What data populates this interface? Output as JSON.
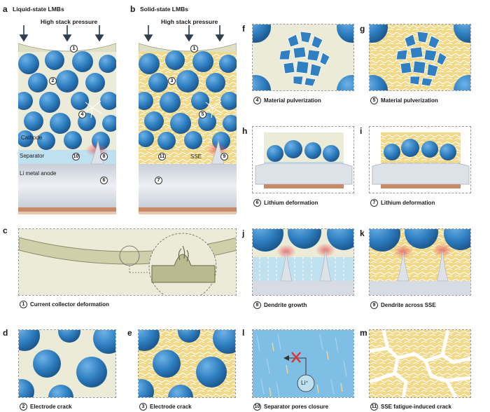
{
  "panels": {
    "a": {
      "letter": "a",
      "title": "Liquid-state LMBs",
      "pressure": "High stack pressure",
      "labels": {
        "cathode": "Cathode",
        "separator": "Separator",
        "anode": "Li metal anode"
      },
      "badges": [
        "1",
        "2",
        "4",
        "10",
        "8",
        "6"
      ]
    },
    "b": {
      "letter": "b",
      "title": "Solid-state LMBs",
      "pressure": "High stack pressure",
      "labels": {
        "sse": "SSE"
      },
      "badges": [
        "1",
        "3",
        "5",
        "11",
        "9",
        "7"
      ]
    },
    "c": {
      "letter": "c",
      "num": "1",
      "caption": "Current collector deformation"
    },
    "d": {
      "letter": "d",
      "num": "2",
      "caption": "Electrode crack"
    },
    "e": {
      "letter": "e",
      "num": "3",
      "caption": "Electrode crack"
    },
    "f": {
      "letter": "f",
      "num": "4",
      "caption": "Material pulverization"
    },
    "g": {
      "letter": "g",
      "num": "5",
      "caption": "Material pulverization"
    },
    "h": {
      "letter": "h",
      "num": "6",
      "caption": "Lithium deformation"
    },
    "i": {
      "letter": "i",
      "num": "7",
      "caption": "Lithium deformation"
    },
    "j": {
      "letter": "j",
      "num": "8",
      "caption": "Dendrite growth"
    },
    "k": {
      "letter": "k",
      "num": "9",
      "caption": "Dendrite across SSE"
    },
    "l": {
      "letter": "l",
      "num": "10",
      "caption": "Separator pores closure",
      "ion": "Li⁺"
    },
    "m": {
      "letter": "m",
      "num": "11",
      "caption": "SSE fatigue-induced crack"
    }
  },
  "colors": {
    "particle": "#2f7fc1",
    "particle_dark": "#1d5a92",
    "electrolyte_liquid": "#ecebd8",
    "sse": "#f1d98a",
    "separator": "#bfe0ee",
    "anode": "#d7dbe3",
    "collector": "#c88a66",
    "cc_layer": "#dfe0c3",
    "dendrite_glow": "#e86060",
    "cross": "#e23030"
  }
}
